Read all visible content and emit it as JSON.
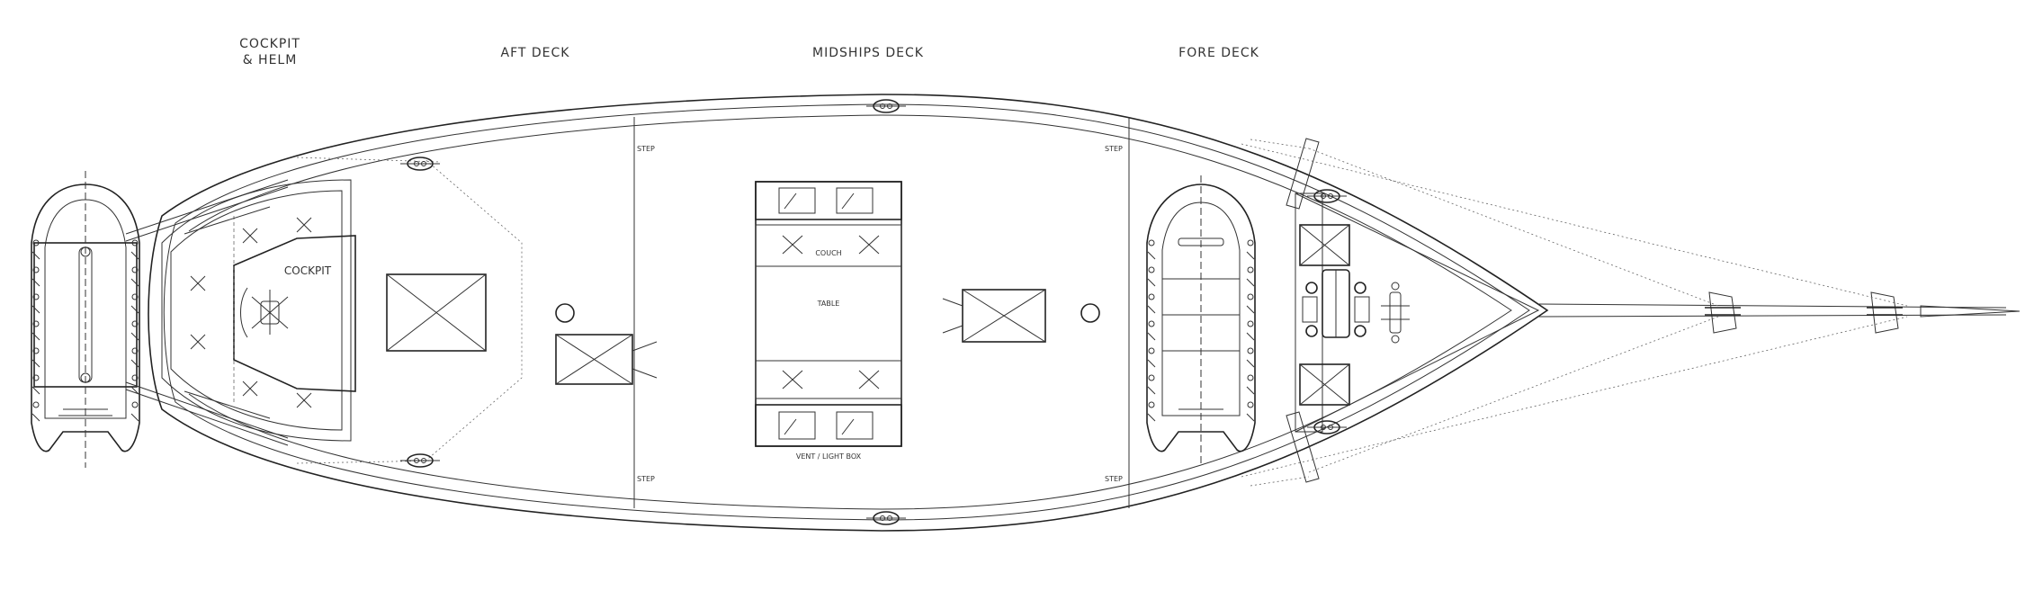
{
  "headers": {
    "cockpit_helm_line1": "COCKPIT",
    "cockpit_helm_line2": "& HELM",
    "aft_deck": "AFT DECK",
    "midships_deck": "MIDSHIPS DECK",
    "fore_deck": "FORE DECK"
  },
  "labels": {
    "cockpit": "COCKPIT",
    "couch": "COUCH",
    "table": "TABLE",
    "vent_light_box": "VENT / LIGHT BOX",
    "step": "STEP"
  },
  "colors": {
    "line": "#222222",
    "background": "#ffffff"
  },
  "icons": [
    "dinghy-icon",
    "cleat-icon",
    "windlass-icon",
    "hatch-icon",
    "helm-wheel-icon"
  ]
}
